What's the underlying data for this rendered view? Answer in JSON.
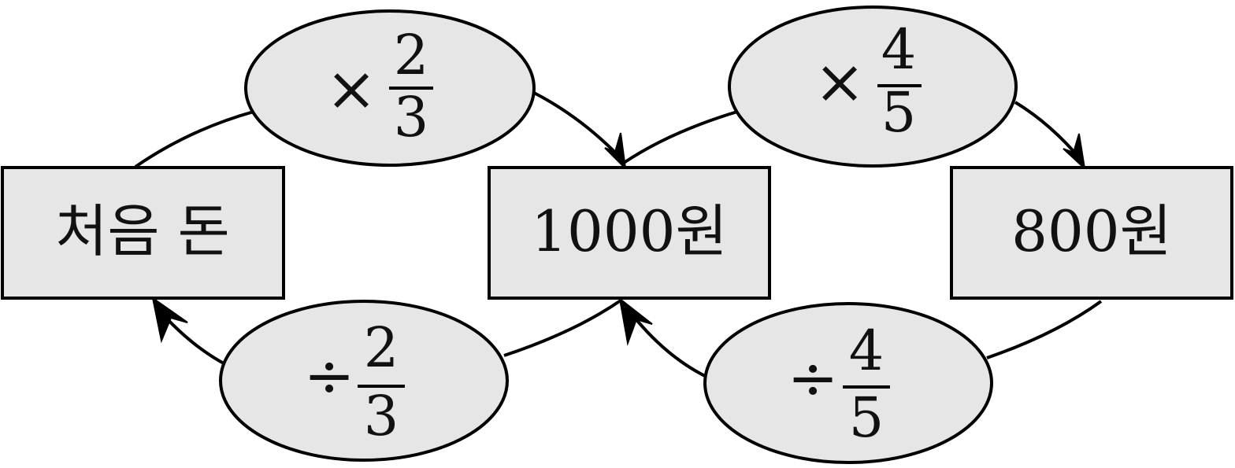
{
  "diagram": {
    "nodes": {
      "start": "처음 돈",
      "middle": "1000원",
      "end": "800원"
    },
    "operations": {
      "top_left": {
        "operator": "×",
        "numerator": "2",
        "denominator": "3"
      },
      "top_right": {
        "operator": "×",
        "numerator": "4",
        "denominator": "5"
      },
      "bottom_left": {
        "operator": "÷",
        "numerator": "2",
        "denominator": "3"
      },
      "bottom_right": {
        "operator": "÷",
        "numerator": "4",
        "denominator": "5"
      }
    },
    "colors": {
      "fill": "#e6e6e6",
      "stroke": "#000000"
    }
  }
}
